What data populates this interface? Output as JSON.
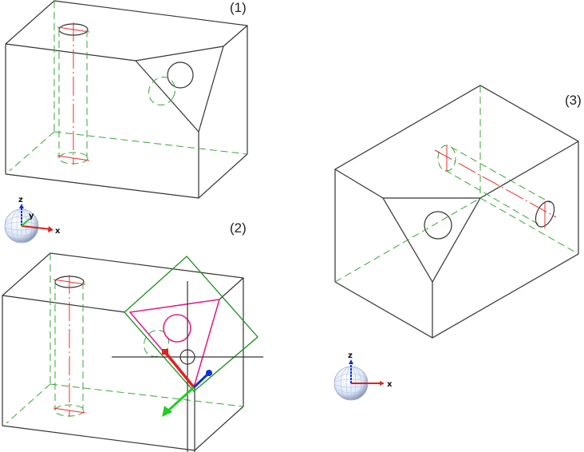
{
  "views": [
    {
      "label": "(1)"
    },
    {
      "label": "(2)"
    },
    {
      "label": "(3)"
    }
  ],
  "axes": {
    "x": "x",
    "y": "y",
    "z": "z"
  },
  "colors": {
    "edge": "#333333",
    "hidden": "#3aa53a",
    "centerline": "#e53030",
    "selection": "#e0208c",
    "plane": "#1a8c1a",
    "axis_x": "#e02020",
    "axis_y": "#22cc22",
    "axis_z": "#1030d0"
  }
}
